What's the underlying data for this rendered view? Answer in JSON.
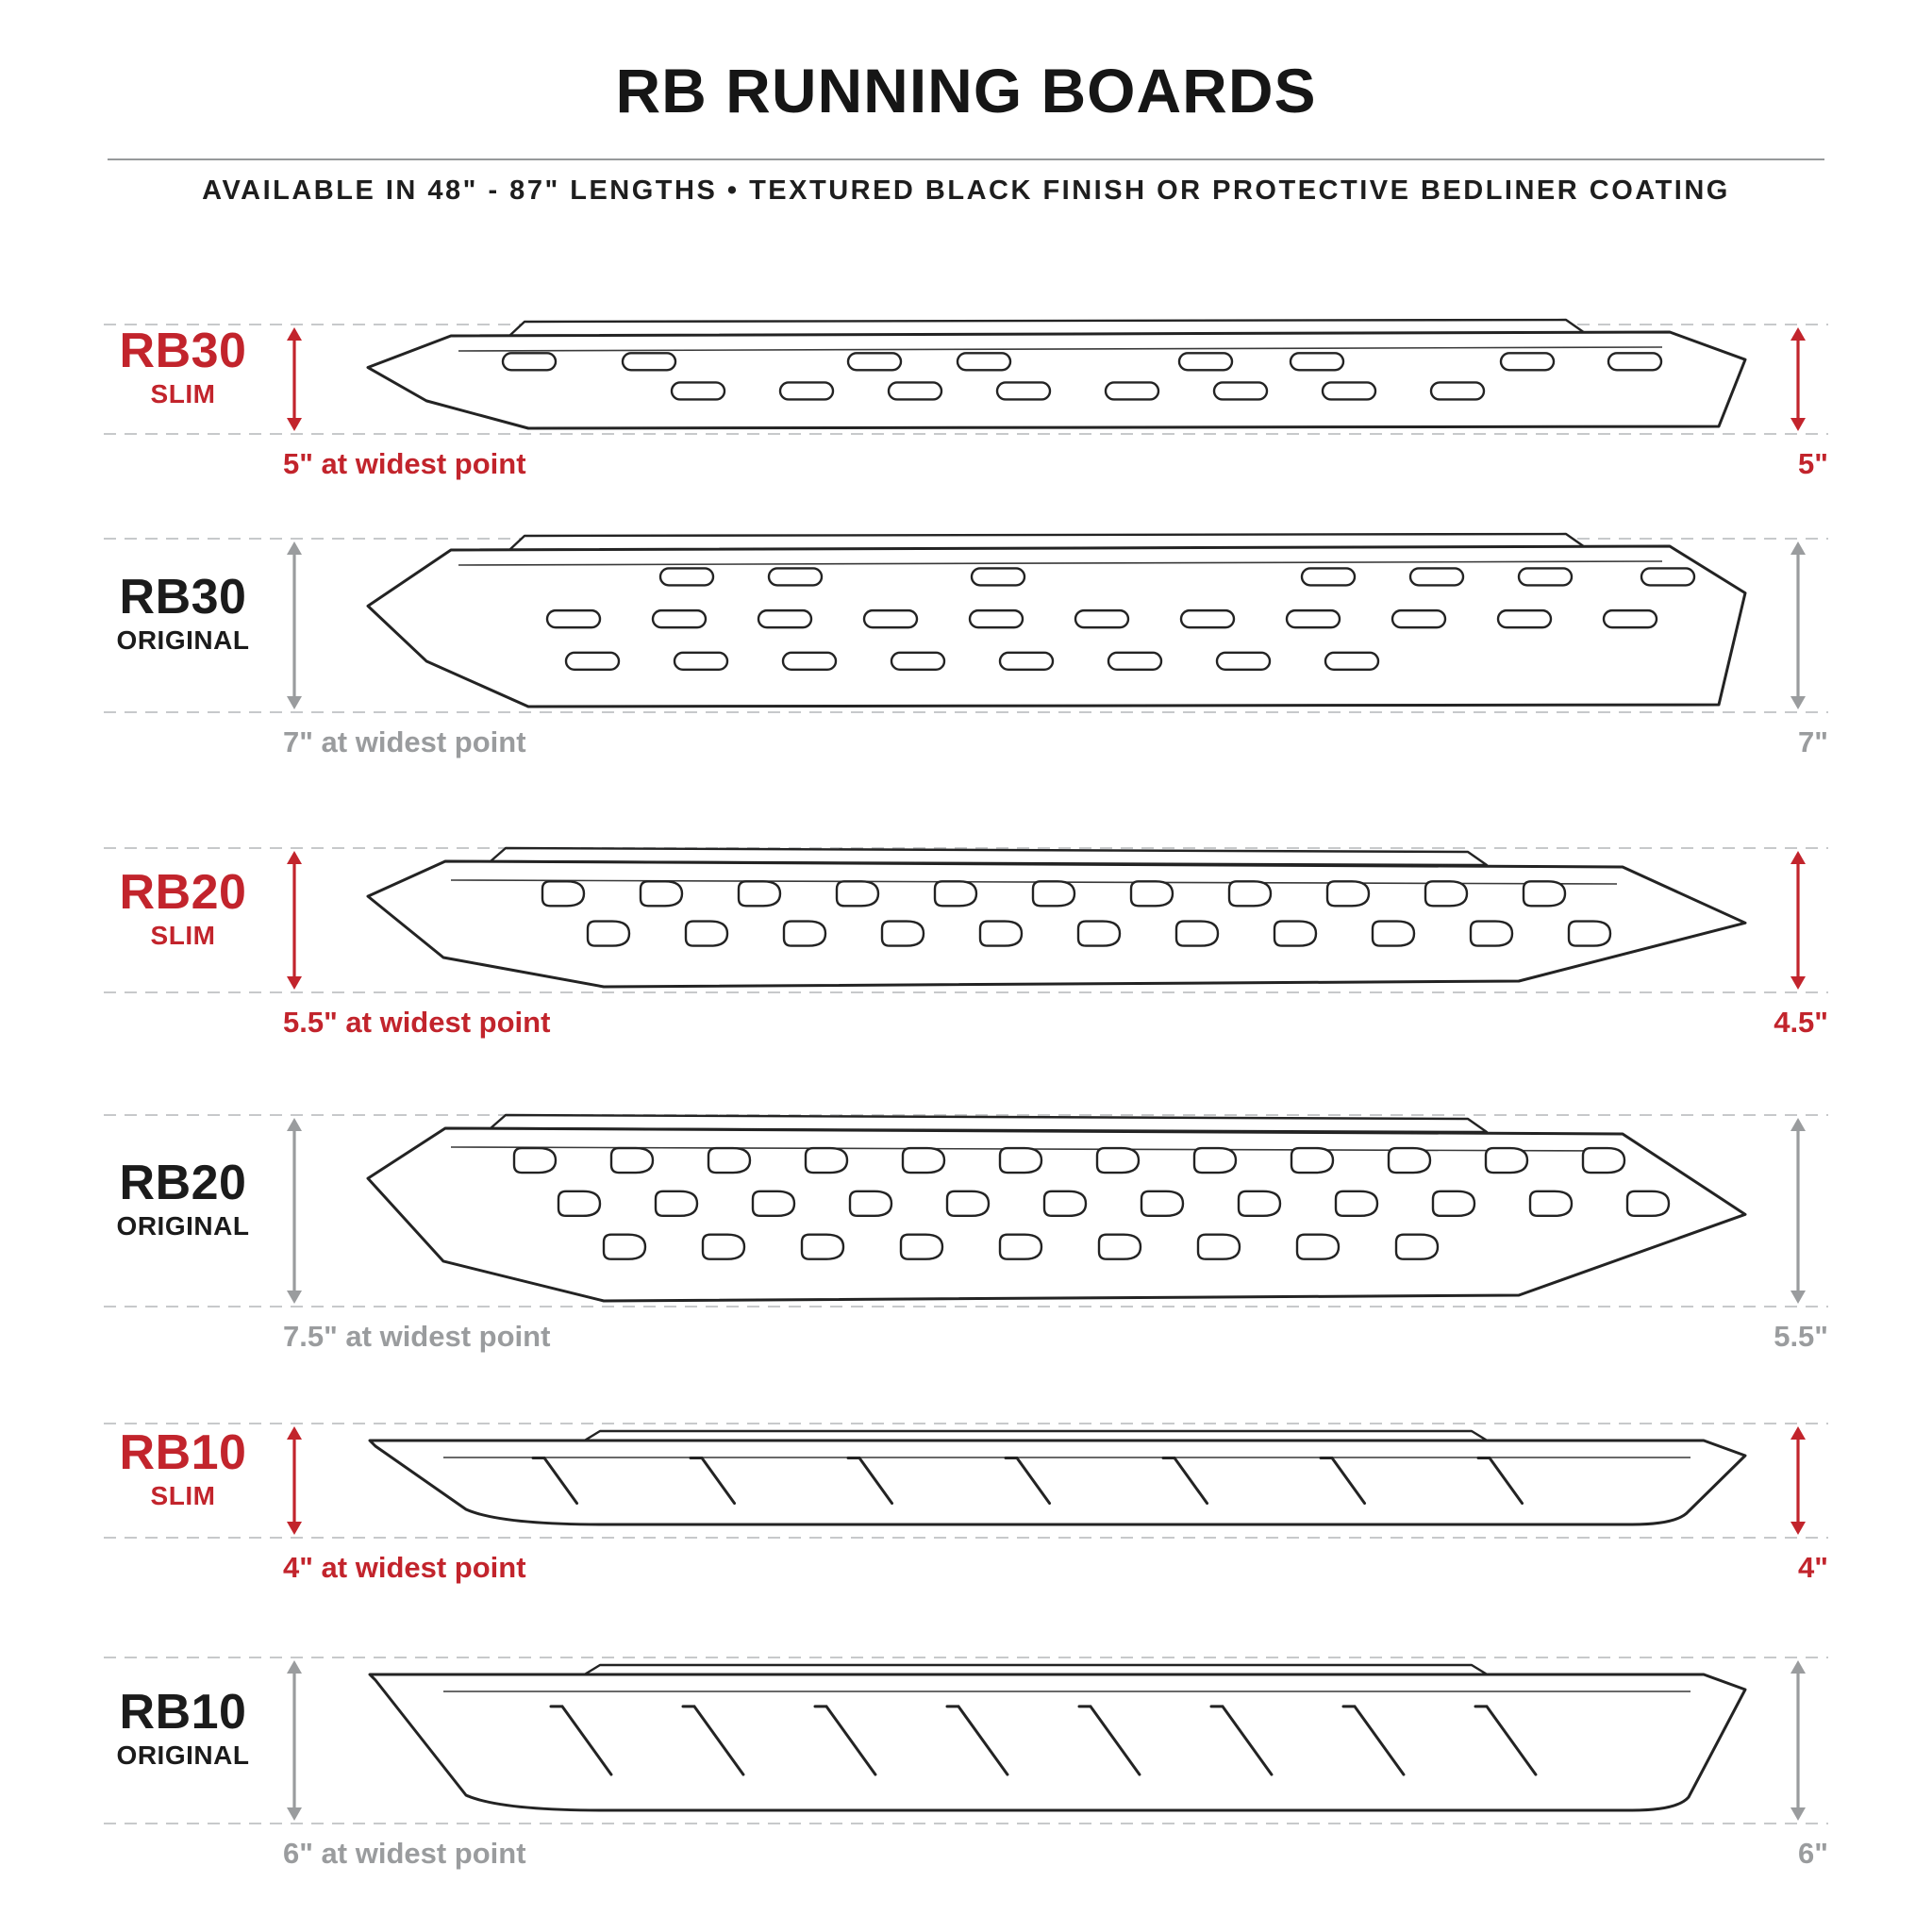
{
  "header": {
    "title": "RB RUNNING BOARDS",
    "subtitle": "AVAILABLE IN 48\" - 87\" LENGTHS • TEXTURED BLACK FINISH OR PROTECTIVE BEDLINER COATING"
  },
  "colors": {
    "accent": "#C2242C",
    "muted": "#9A9C9E",
    "ink": "#232323",
    "dash": "#C7C9CB"
  },
  "rows": [
    {
      "model": "RB30",
      "variant": "SLIM",
      "finish": "slim",
      "widest_label": "5\" at widest point",
      "right_dim": "5\""
    },
    {
      "model": "RB30",
      "variant": "ORIGINAL",
      "finish": "original",
      "widest_label": "7\" at widest point",
      "right_dim": "7\""
    },
    {
      "model": "RB20",
      "variant": "SLIM",
      "finish": "slim",
      "widest_label": "5.5\" at widest point",
      "right_dim": "4.5\""
    },
    {
      "model": "RB20",
      "variant": "ORIGINAL",
      "finish": "original",
      "widest_label": "7.5\" at widest point",
      "right_dim": "5.5\""
    },
    {
      "model": "RB10",
      "variant": "SLIM",
      "finish": "slim",
      "widest_label": "4\" at widest point",
      "right_dim": "4\""
    },
    {
      "model": "RB10",
      "variant": "ORIGINAL",
      "finish": "original",
      "widest_label": "6\" at widest point",
      "right_dim": "6\""
    }
  ]
}
